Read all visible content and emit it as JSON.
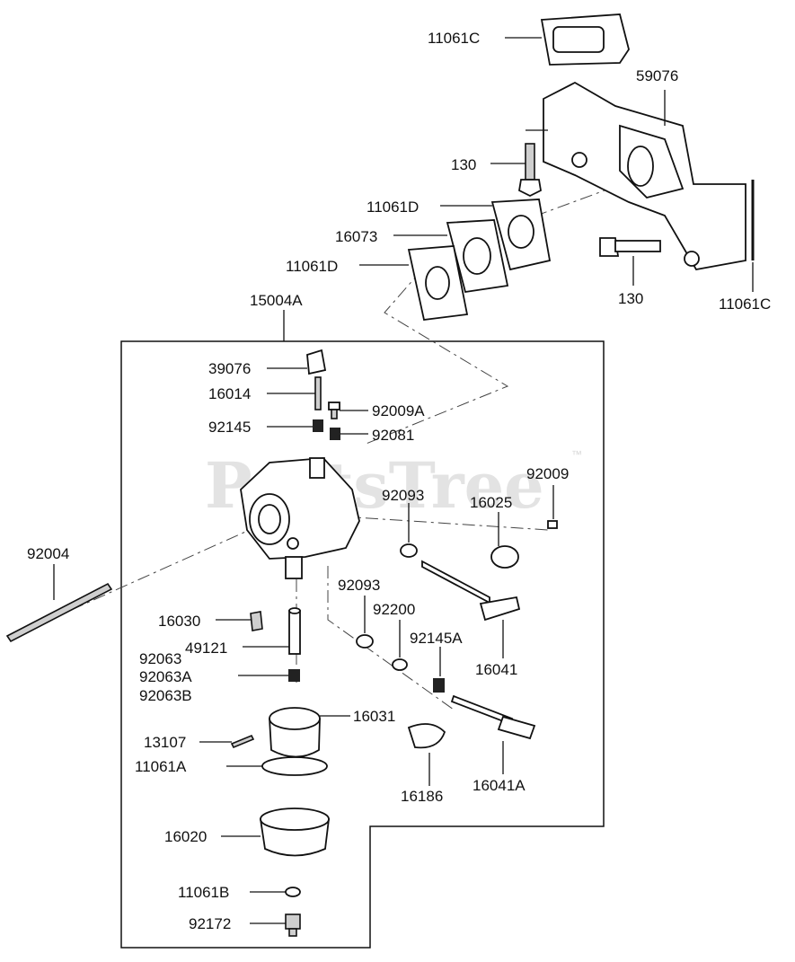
{
  "watermark": {
    "text": "PartsTree",
    "trademark": "™"
  },
  "parts": {
    "p_11061C_top": "11061C",
    "p_59076": "59076",
    "p_130_top": "130",
    "p_11061D_a": "11061D",
    "p_16073": "16073",
    "p_11061D_b": "11061D",
    "p_130_right": "130",
    "p_11061C_right": "11061C",
    "p_15004A": "15004A",
    "p_39076": "39076",
    "p_16014": "16014",
    "p_92009A": "92009A",
    "p_92145": "92145",
    "p_92081": "92081",
    "p_92009": "92009",
    "p_92093_a": "92093",
    "p_16025": "16025",
    "p_92004": "92004",
    "p_92093_b": "92093",
    "p_92200": "92200",
    "p_16030": "16030",
    "p_49121": "49121",
    "p_92145A": "92145A",
    "p_16041": "16041",
    "p_92063": "92063",
    "p_92063A": "92063A",
    "p_92063B": "92063B",
    "p_16031": "16031",
    "p_13107": "13107",
    "p_11061A": "11061A",
    "p_16186": "16186",
    "p_16041A": "16041A",
    "p_16020": "16020",
    "p_11061B": "11061B",
    "p_92172": "92172"
  }
}
